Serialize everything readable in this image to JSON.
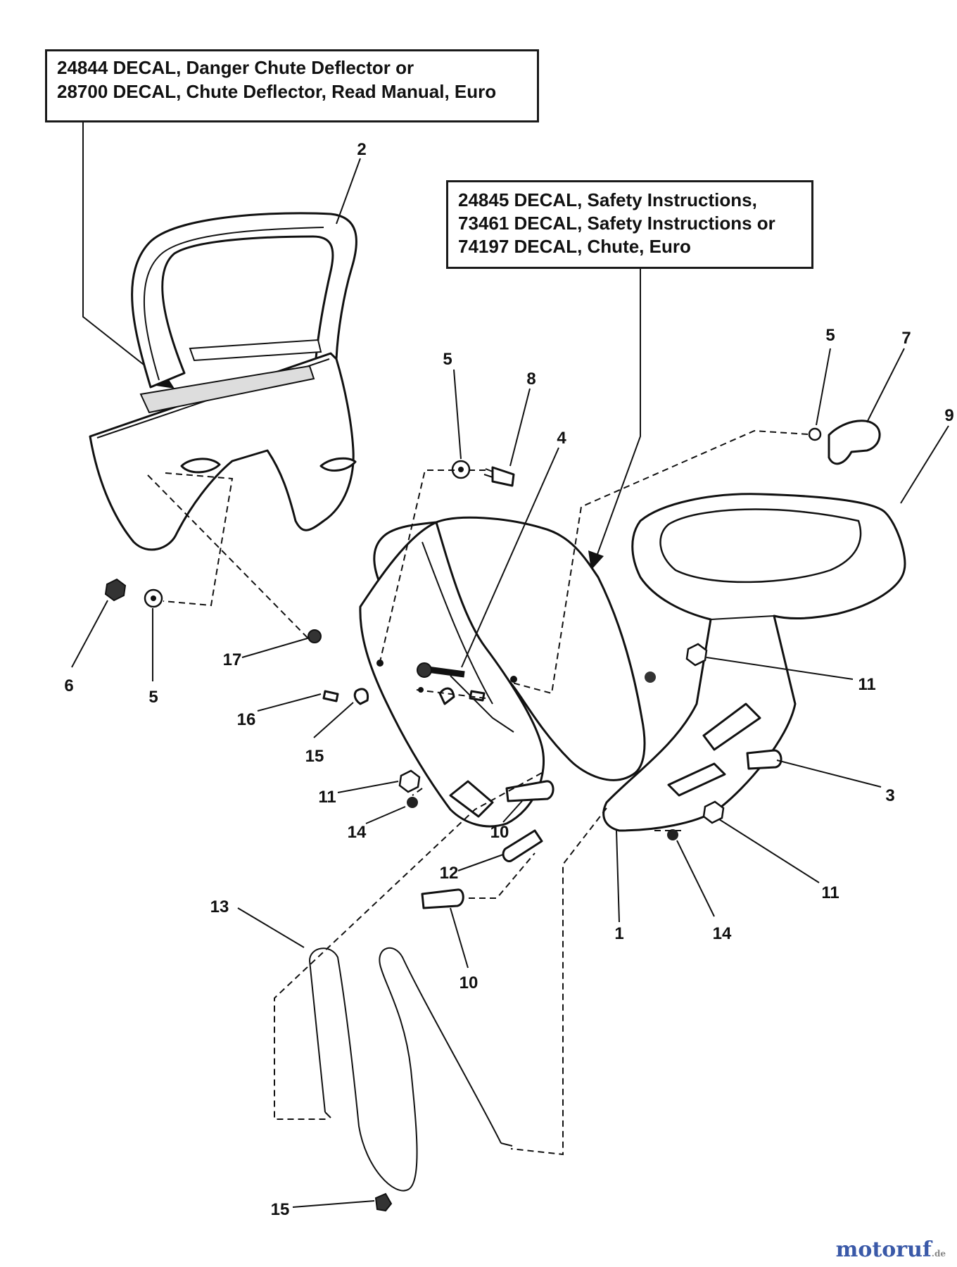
{
  "callouts": {
    "deflector_decal": {
      "line1": "24844 DECAL, Danger Chute Deflector or",
      "line2": "28700 DECAL, Chute Deflector, Read Manual, Euro"
    },
    "chute_decal": {
      "line1": "24845 DECAL, Safety Instructions,",
      "line2": "73461 DECAL, Safety Instructions or",
      "line3": "74197 DECAL, Chute, Euro"
    }
  },
  "part_numbers": {
    "p2": "2",
    "p5_top": "5",
    "p8": "8",
    "p4": "4",
    "p5_right": "5",
    "p7": "7",
    "p9": "9",
    "p6": "6",
    "p5_left": "5",
    "p17": "17",
    "p11_right": "11",
    "p16": "16",
    "p15_mid": "15",
    "p3": "3",
    "p11_left": "11",
    "p14_left": "14",
    "p10_mid": "10",
    "p12": "12",
    "p11_low": "11",
    "p13": "13",
    "p1": "1",
    "p14_right": "14",
    "p10_low": "10",
    "p15_bottom": "15"
  },
  "watermark": {
    "main": "motoruf",
    "suffix": ".de"
  }
}
